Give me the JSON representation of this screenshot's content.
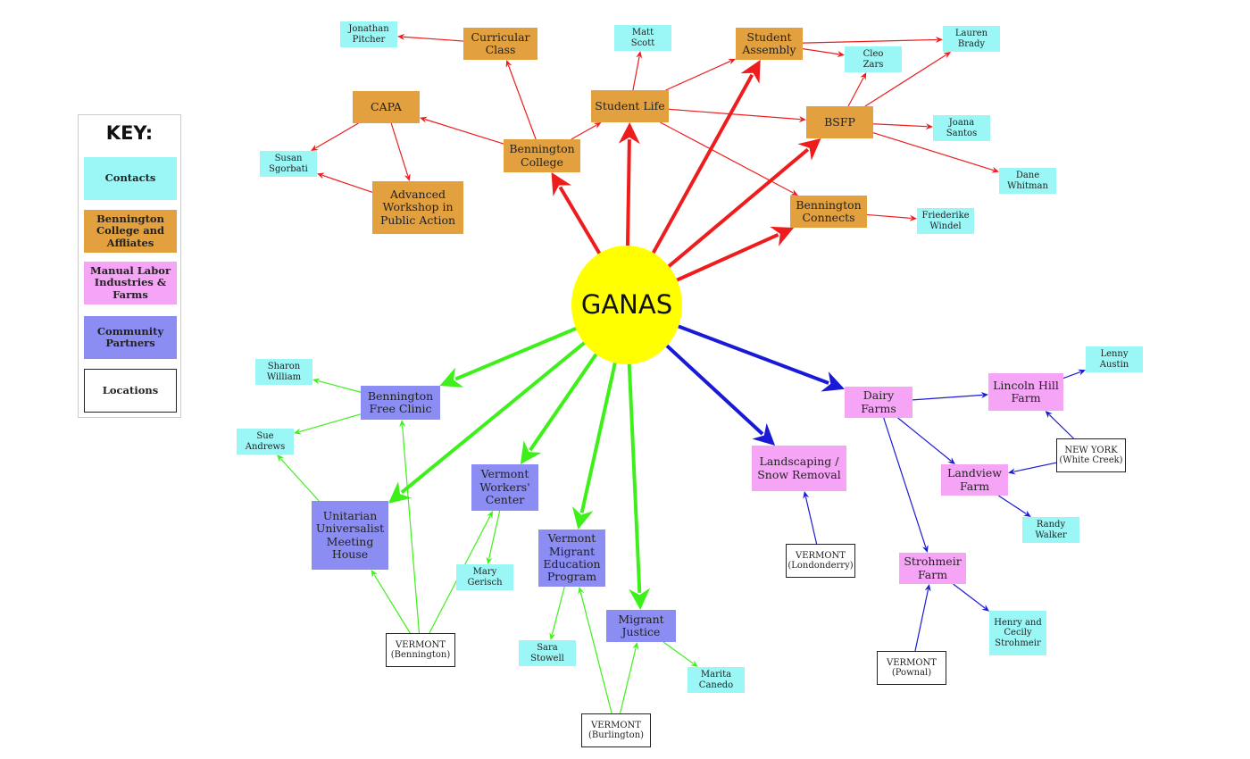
{
  "key": {
    "title": "KEY:",
    "items": [
      {
        "label": "Contacts",
        "color": "#9af7f5",
        "type": "contact"
      },
      {
        "label": "Bennington\nCollege and\nAffliates",
        "color": "#e2a03f",
        "type": "college"
      },
      {
        "label": "Manual Labor\nIndustries &\nFarms",
        "color": "#f6a5f6",
        "type": "labor"
      },
      {
        "label": "Community\nPartners",
        "color": "#8b8df2",
        "type": "community"
      },
      {
        "label": "Locations",
        "color": "#ffffff",
        "type": "location"
      }
    ]
  },
  "colors": {
    "college_edge": "#ee1c1c",
    "community_edge": "#3ef01a",
    "labor_edge": "#1a1ad6",
    "center_fill": "#ffff00"
  },
  "nodes": [
    {
      "id": "ganas",
      "label": "GANAS",
      "type": "center"
    },
    {
      "id": "bennington_college",
      "label": "Bennington\nCollege",
      "type": "college"
    },
    {
      "id": "curricular_class",
      "label": "Curricular\nClass",
      "type": "college"
    },
    {
      "id": "capa",
      "label": "CAPA",
      "type": "college"
    },
    {
      "id": "advanced_workshop",
      "label": "Advanced\nWorkshop in\nPublic Action",
      "type": "college"
    },
    {
      "id": "student_life",
      "label": "Student Life",
      "type": "college"
    },
    {
      "id": "student_assembly",
      "label": "Student\nAssembly",
      "type": "college"
    },
    {
      "id": "bsfp",
      "label": "BSFP",
      "type": "college"
    },
    {
      "id": "bennington_connects",
      "label": "Bennington\nConnects",
      "type": "college"
    },
    {
      "id": "jonathan_pitcher",
      "label": "Jonathan\nPitcher",
      "type": "contact"
    },
    {
      "id": "susan_sgorbati",
      "label": "Susan\nSgorbati",
      "type": "contact"
    },
    {
      "id": "matt_scott",
      "label": "Matt\nScott",
      "type": "contact"
    },
    {
      "id": "lauren_brady",
      "label": "Lauren\nBrady",
      "type": "contact"
    },
    {
      "id": "cleo_zars",
      "label": "Cleo\nZars",
      "type": "contact"
    },
    {
      "id": "joana_santos",
      "label": "Joana\nSantos",
      "type": "contact"
    },
    {
      "id": "dane_whitman",
      "label": "Dane\nWhitman",
      "type": "contact"
    },
    {
      "id": "friederike_windel",
      "label": "Friederike\nWindel",
      "type": "contact"
    },
    {
      "id": "bennington_free_clinic",
      "label": "Bennington\nFree Clinic",
      "type": "community"
    },
    {
      "id": "uu_meeting_house",
      "label": "Unitarian\nUniversalist\nMeeting\nHouse",
      "type": "community"
    },
    {
      "id": "vt_workers_center",
      "label": "Vermont\nWorkers'\nCenter",
      "type": "community"
    },
    {
      "id": "vt_migrant_ed",
      "label": "Vermont\nMigrant\nEducation\nProgram",
      "type": "community"
    },
    {
      "id": "migrant_justice",
      "label": "Migrant\nJustice",
      "type": "community"
    },
    {
      "id": "sharon_william",
      "label": "Sharon\nWilliam",
      "type": "contact"
    },
    {
      "id": "sue_andrews",
      "label": "Sue\nAndrews",
      "type": "contact"
    },
    {
      "id": "mary_gerisch",
      "label": "Mary\nGerisch",
      "type": "contact"
    },
    {
      "id": "sara_stowell",
      "label": "Sara\nStowell",
      "type": "contact"
    },
    {
      "id": "marita_canedo",
      "label": "Marita\nCanedo",
      "type": "contact"
    },
    {
      "id": "vt_bennington",
      "label": "VERMONT\n(Bennington)",
      "type": "location"
    },
    {
      "id": "vt_burlington",
      "label": "VERMONT\n(Burlington)",
      "type": "location"
    },
    {
      "id": "landscaping",
      "label": "Landscaping /\nSnow Removal",
      "type": "labor"
    },
    {
      "id": "dairy_farms",
      "label": "Dairy\nFarms",
      "type": "labor"
    },
    {
      "id": "lincoln_hill",
      "label": "Lincoln Hill\nFarm",
      "type": "labor"
    },
    {
      "id": "landview",
      "label": "Landview\nFarm",
      "type": "labor"
    },
    {
      "id": "strohmeir_farm",
      "label": "Strohmeir\nFarm",
      "type": "labor"
    },
    {
      "id": "lenny_austin",
      "label": "Lenny\nAustin",
      "type": "contact"
    },
    {
      "id": "randy_walker",
      "label": "Randy\nWalker",
      "type": "contact"
    },
    {
      "id": "henry_cecily",
      "label": "Henry and\nCecily\nStrohmeir",
      "type": "contact"
    },
    {
      "id": "vt_londonderry",
      "label": "VERMONT\n(Londonderry)",
      "type": "location"
    },
    {
      "id": "ny_white_creek",
      "label": "NEW YORK\n(White Creek)",
      "type": "location"
    },
    {
      "id": "vt_pownal",
      "label": "VERMONT\n(Pownal)",
      "type": "location"
    }
  ],
  "edges": [
    {
      "from": "ganas",
      "to": "bennington_college",
      "group": "college",
      "weight": "major"
    },
    {
      "from": "ganas",
      "to": "student_life",
      "group": "college",
      "weight": "major"
    },
    {
      "from": "ganas",
      "to": "student_assembly",
      "group": "college",
      "weight": "major"
    },
    {
      "from": "ganas",
      "to": "bsfp",
      "group": "college",
      "weight": "major"
    },
    {
      "from": "ganas",
      "to": "bennington_connects",
      "group": "college",
      "weight": "major"
    },
    {
      "from": "bennington_college",
      "to": "curricular_class",
      "group": "college",
      "weight": "minor"
    },
    {
      "from": "bennington_college",
      "to": "capa",
      "group": "college",
      "weight": "minor"
    },
    {
      "from": "bennington_college",
      "to": "student_life",
      "group": "college",
      "weight": "minor"
    },
    {
      "from": "curricular_class",
      "to": "jonathan_pitcher",
      "group": "college",
      "weight": "minor"
    },
    {
      "from": "capa",
      "to": "susan_sgorbati",
      "group": "college",
      "weight": "minor"
    },
    {
      "from": "capa",
      "to": "advanced_workshop",
      "group": "college",
      "weight": "minor"
    },
    {
      "from": "advanced_workshop",
      "to": "susan_sgorbati",
      "group": "college",
      "weight": "minor"
    },
    {
      "from": "student_life",
      "to": "matt_scott",
      "group": "college",
      "weight": "minor"
    },
    {
      "from": "student_life",
      "to": "student_assembly",
      "group": "college",
      "weight": "minor"
    },
    {
      "from": "student_life",
      "to": "bsfp",
      "group": "college",
      "weight": "minor"
    },
    {
      "from": "student_life",
      "to": "bennington_connects",
      "group": "college",
      "weight": "minor"
    },
    {
      "from": "student_assembly",
      "to": "lauren_brady",
      "group": "college",
      "weight": "minor"
    },
    {
      "from": "student_assembly",
      "to": "cleo_zars",
      "group": "college",
      "weight": "minor"
    },
    {
      "from": "bsfp",
      "to": "cleo_zars",
      "group": "college",
      "weight": "minor"
    },
    {
      "from": "bsfp",
      "to": "lauren_brady",
      "group": "college",
      "weight": "minor"
    },
    {
      "from": "bsfp",
      "to": "joana_santos",
      "group": "college",
      "weight": "minor"
    },
    {
      "from": "bsfp",
      "to": "dane_whitman",
      "group": "college",
      "weight": "minor"
    },
    {
      "from": "bennington_connects",
      "to": "friederike_windel",
      "group": "college",
      "weight": "minor"
    },
    {
      "from": "ganas",
      "to": "bennington_free_clinic",
      "group": "community",
      "weight": "major"
    },
    {
      "from": "ganas",
      "to": "uu_meeting_house",
      "group": "community",
      "weight": "major"
    },
    {
      "from": "ganas",
      "to": "vt_workers_center",
      "group": "community",
      "weight": "major"
    },
    {
      "from": "ganas",
      "to": "vt_migrant_ed",
      "group": "community",
      "weight": "major"
    },
    {
      "from": "ganas",
      "to": "migrant_justice",
      "group": "community",
      "weight": "major"
    },
    {
      "from": "bennington_free_clinic",
      "to": "sharon_william",
      "group": "community",
      "weight": "minor"
    },
    {
      "from": "bennington_free_clinic",
      "to": "sue_andrews",
      "group": "community",
      "weight": "minor"
    },
    {
      "from": "uu_meeting_house",
      "to": "sue_andrews",
      "group": "community",
      "weight": "minor"
    },
    {
      "from": "vt_workers_center",
      "to": "mary_gerisch",
      "group": "community",
      "weight": "minor"
    },
    {
      "from": "vt_migrant_ed",
      "to": "sara_stowell",
      "group": "community",
      "weight": "minor"
    },
    {
      "from": "migrant_justice",
      "to": "marita_canedo",
      "group": "community",
      "weight": "minor"
    },
    {
      "from": "vt_bennington",
      "to": "uu_meeting_house",
      "group": "community",
      "weight": "minor"
    },
    {
      "from": "vt_bennington",
      "to": "bennington_free_clinic",
      "group": "community",
      "weight": "minor"
    },
    {
      "from": "vt_bennington",
      "to": "vt_workers_center",
      "group": "community",
      "weight": "minor"
    },
    {
      "from": "vt_burlington",
      "to": "vt_migrant_ed",
      "group": "community",
      "weight": "minor"
    },
    {
      "from": "vt_burlington",
      "to": "migrant_justice",
      "group": "community",
      "weight": "minor"
    },
    {
      "from": "ganas",
      "to": "dairy_farms",
      "group": "labor",
      "weight": "major"
    },
    {
      "from": "ganas",
      "to": "landscaping",
      "group": "labor",
      "weight": "major"
    },
    {
      "from": "dairy_farms",
      "to": "lincoln_hill",
      "group": "labor",
      "weight": "minor"
    },
    {
      "from": "dairy_farms",
      "to": "landview",
      "group": "labor",
      "weight": "minor"
    },
    {
      "from": "dairy_farms",
      "to": "strohmeir_farm",
      "group": "labor",
      "weight": "minor"
    },
    {
      "from": "lincoln_hill",
      "to": "lenny_austin",
      "group": "labor",
      "weight": "minor"
    },
    {
      "from": "landview",
      "to": "randy_walker",
      "group": "labor",
      "weight": "minor"
    },
    {
      "from": "strohmeir_farm",
      "to": "henry_cecily",
      "group": "labor",
      "weight": "minor"
    },
    {
      "from": "ny_white_creek",
      "to": "lincoln_hill",
      "group": "labor",
      "weight": "minor"
    },
    {
      "from": "ny_white_creek",
      "to": "landview",
      "group": "labor",
      "weight": "minor"
    },
    {
      "from": "vt_londonderry",
      "to": "landscaping",
      "group": "labor",
      "weight": "minor"
    },
    {
      "from": "vt_pownal",
      "to": "strohmeir_farm",
      "group": "labor",
      "weight": "minor"
    }
  ]
}
